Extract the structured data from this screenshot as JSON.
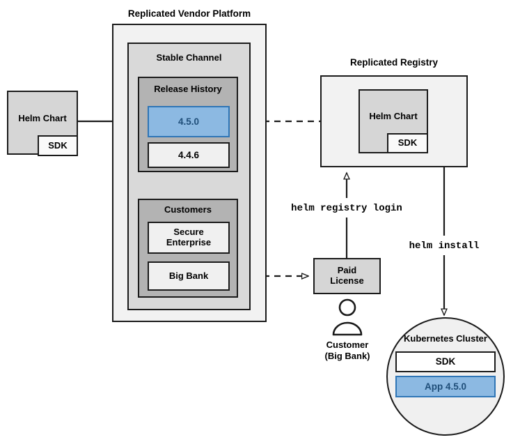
{
  "diagram": {
    "title_vendor_platform": "Replicated Vendor Platform",
    "title_registry": "Replicated Registry",
    "colors": {
      "accent_blue_fill": "#8CB9E2",
      "accent_blue_border": "#2E75B6",
      "accent_blue_text": "#1F4E79",
      "outer_gray": "#F2F2F2",
      "channel_gray": "#D9D9D9",
      "section_gray": "#B3B3B3",
      "node_gray": "#D6D6D6",
      "node_light": "#F0F0F0",
      "stroke": "#1A1A1A"
    }
  },
  "source_chart": {
    "name": "Helm Chart",
    "sdk_label": "SDK"
  },
  "vendor_platform": {
    "label": "Replicated Vendor Platform",
    "channel": {
      "label": "Stable Channel",
      "release_history": {
        "label": "Release History",
        "releases": [
          {
            "version": "4.5.0",
            "highlighted": true
          },
          {
            "version": "4.4.6",
            "highlighted": false
          }
        ]
      },
      "customers": {
        "label": "Customers",
        "entries": [
          {
            "name": "Secure\nEnterprise"
          },
          {
            "name": "Big Bank"
          }
        ]
      }
    }
  },
  "registry": {
    "label": "Replicated Registry",
    "chart": {
      "name": "Helm Chart",
      "sdk_label": "SDK"
    }
  },
  "license": {
    "label": "Paid\nLicense"
  },
  "customer_actor": {
    "label": "Customer\n(Big Bank)",
    "icon": "person-icon"
  },
  "cluster": {
    "label": "Kubernetes Cluster",
    "components": [
      {
        "name": "SDK",
        "highlighted": false
      },
      {
        "name": "App 4.5.0",
        "highlighted": true
      }
    ]
  },
  "commands": {
    "registry_login": "helm registry login",
    "install": "helm install"
  }
}
